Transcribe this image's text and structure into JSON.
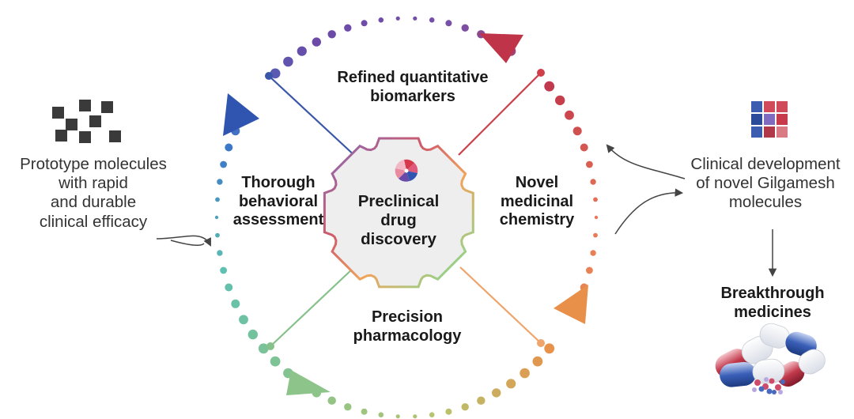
{
  "center": {
    "lines": [
      "Preclinical",
      "drug",
      "discovery"
    ]
  },
  "quadrants": {
    "top": [
      "Refined quantitative",
      "biomarkers"
    ],
    "left": [
      "Thorough",
      "behavioral",
      "assessment"
    ],
    "right": [
      "Novel",
      "medicinal",
      "chemistry"
    ],
    "bottom": [
      "Precision",
      "pharmacology"
    ]
  },
  "left_note": [
    "Prototype molecules",
    "with rapid",
    "and durable",
    "clinical efficacy"
  ],
  "right_note": [
    "Clinical development",
    "of novel Gilgamesh",
    "molecules"
  ],
  "outcome": [
    "Breakthrough",
    "medicines"
  ],
  "colors": {
    "blue": "#2f55b0",
    "purple": "#6a4aa8",
    "red": "#c2384a",
    "orange": "#e8904a",
    "green": "#8cc48a",
    "teal": "#5ec0b0",
    "gear_fill": "#eeeeee"
  },
  "icons": {
    "left": "prototype-molecules-grid-icon",
    "right": "gilgamesh-molecules-grid-icon",
    "outcome": "capsules-icon",
    "center": "pinwheel-logo-icon"
  }
}
